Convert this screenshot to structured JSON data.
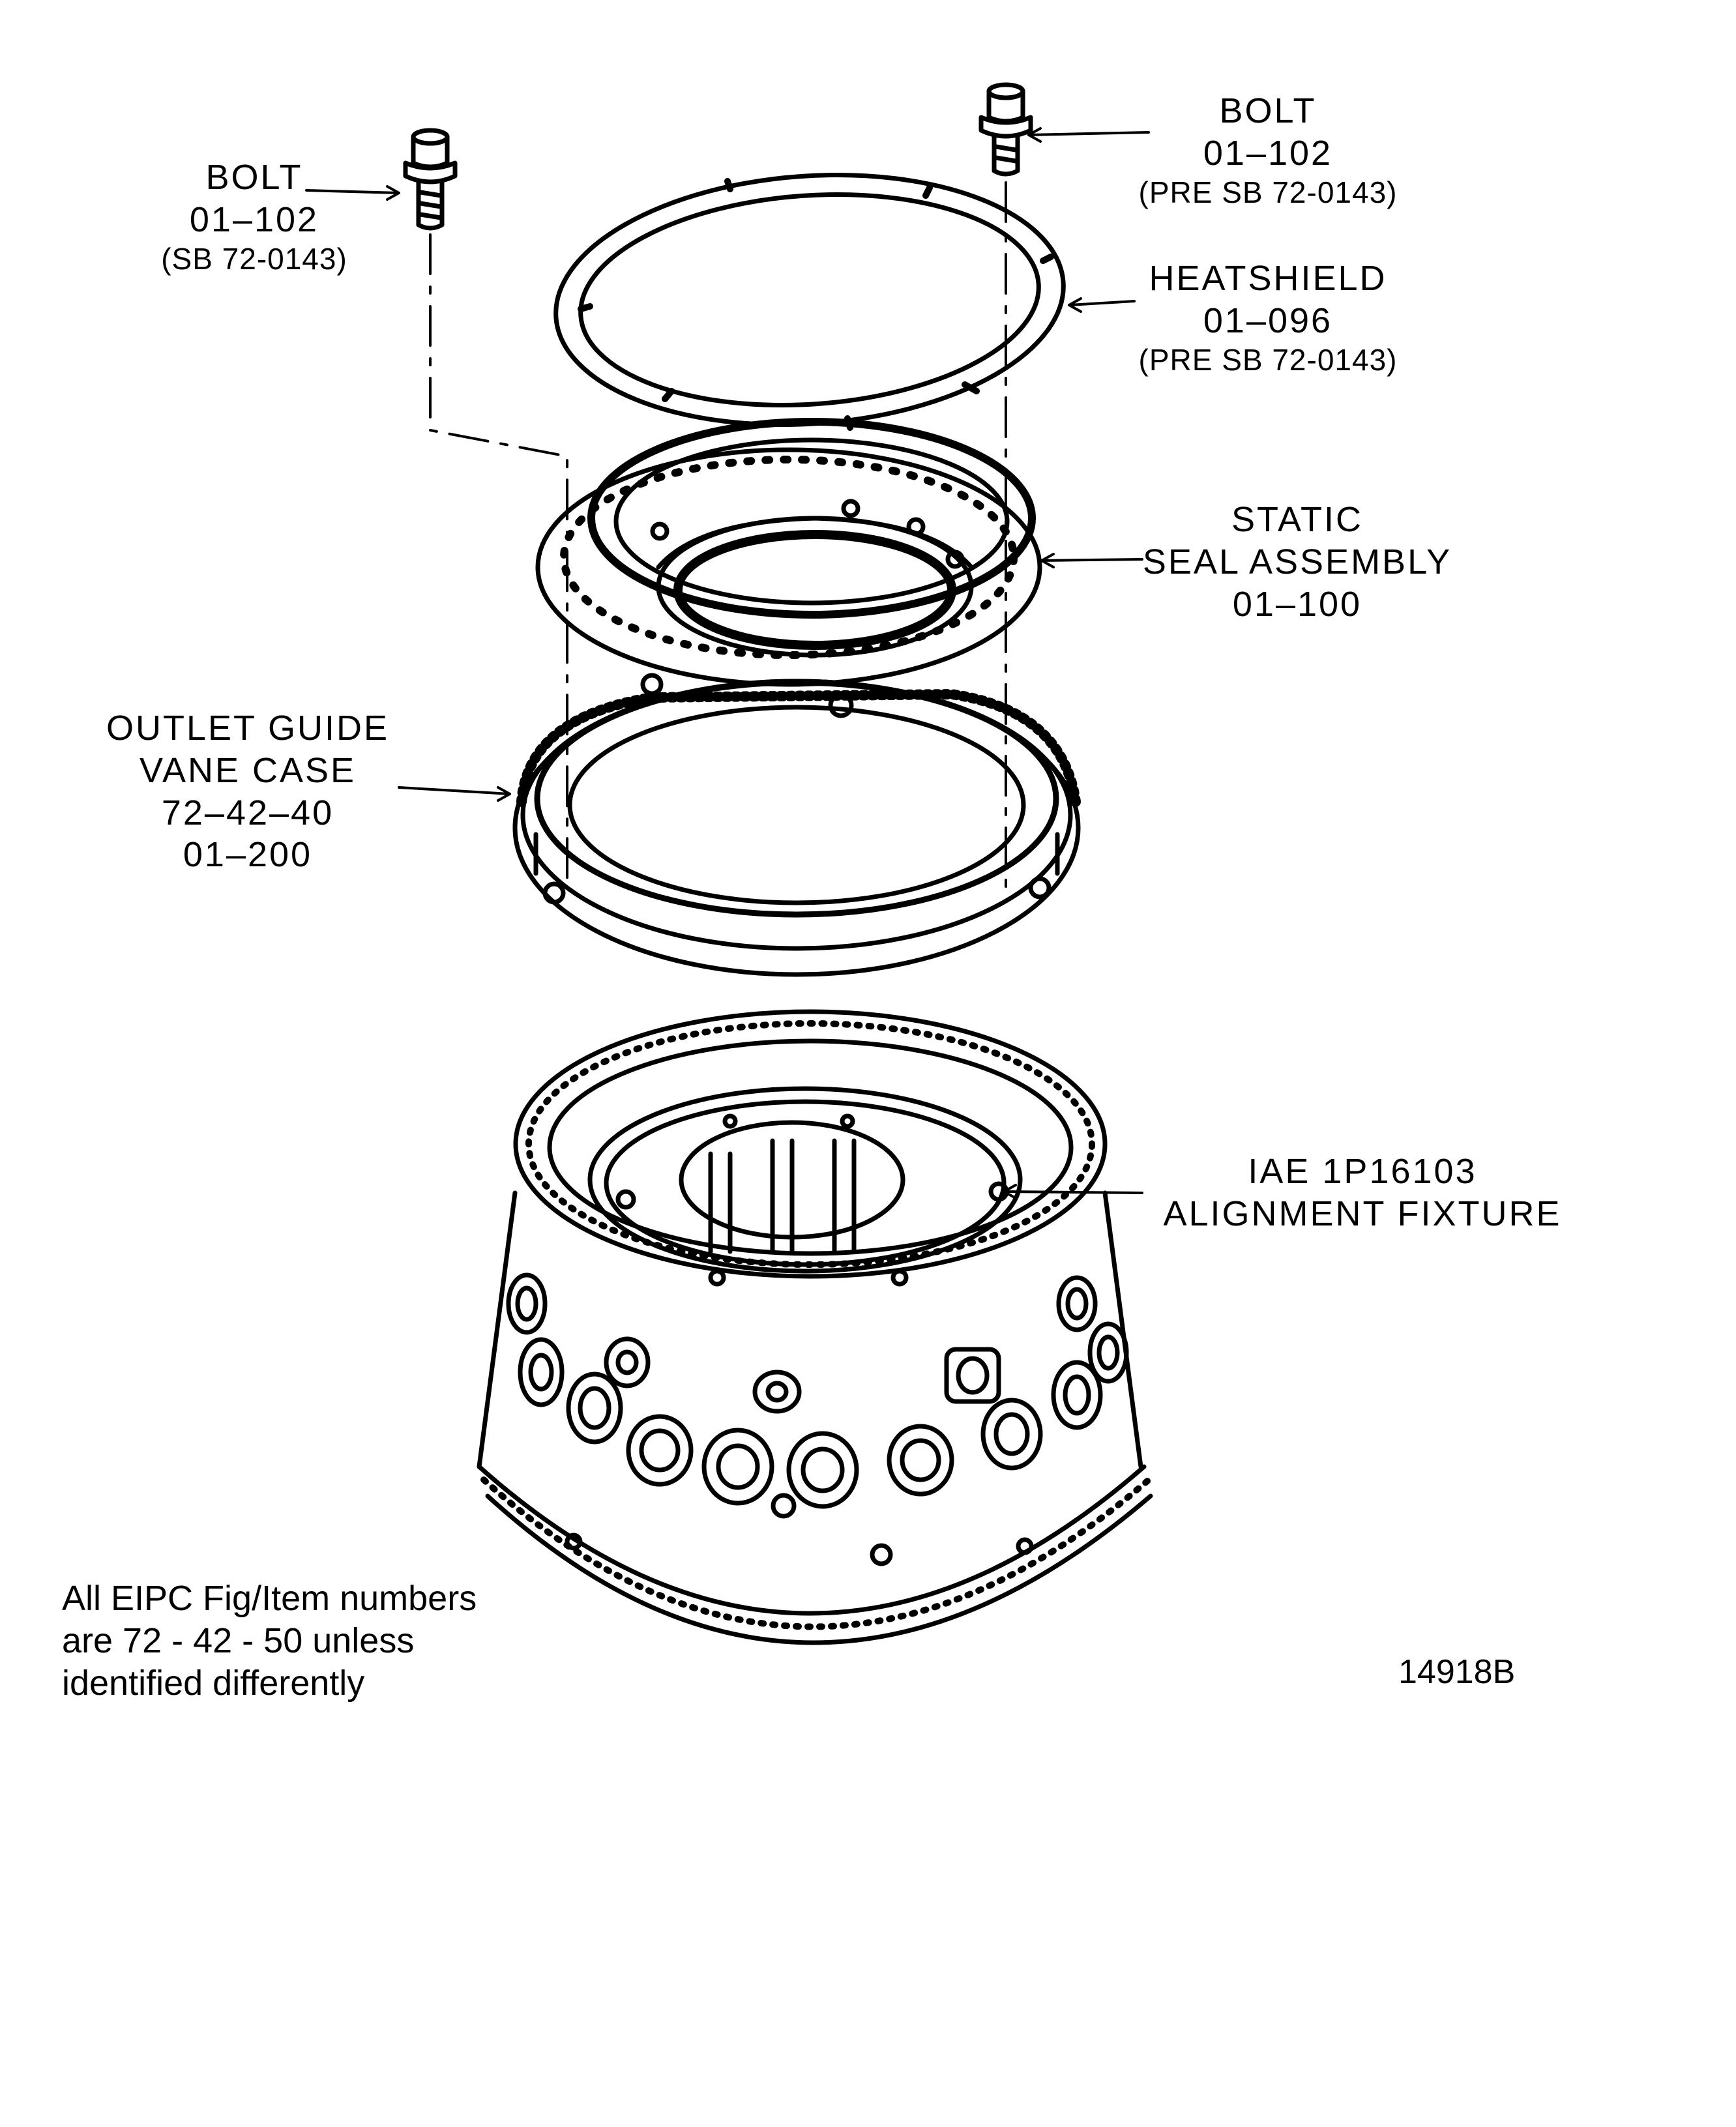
{
  "labels": {
    "bolt_left": {
      "name": "BOLT",
      "item": "01–102",
      "note": "(SB 72-0143)"
    },
    "bolt_right": {
      "name": "BOLT",
      "item": "01–102",
      "note": "(PRE SB 72-0143)"
    },
    "heatshield": {
      "name": "HEATSHIELD",
      "item": "01–096",
      "note": "(PRE SB 72-0143)"
    },
    "static_seal": {
      "line1": "STATIC",
      "line2": "SEAL ASSEMBLY",
      "item": "01–100"
    },
    "outlet_guide_vane_case": {
      "line1": "OUTLET GUIDE",
      "line2": "VANE CASE",
      "ref": "72–42–40",
      "item": "01–200"
    },
    "alignment_fixture": {
      "line1": "IAE 1P16103",
      "line2": "ALIGNMENT FIXTURE"
    }
  },
  "footnote": {
    "line1": "All EIPC Fig/Item numbers",
    "line2": "are 72 - 42 - 50 unless",
    "line3": "identified differently"
  },
  "figure_id": "14918B"
}
